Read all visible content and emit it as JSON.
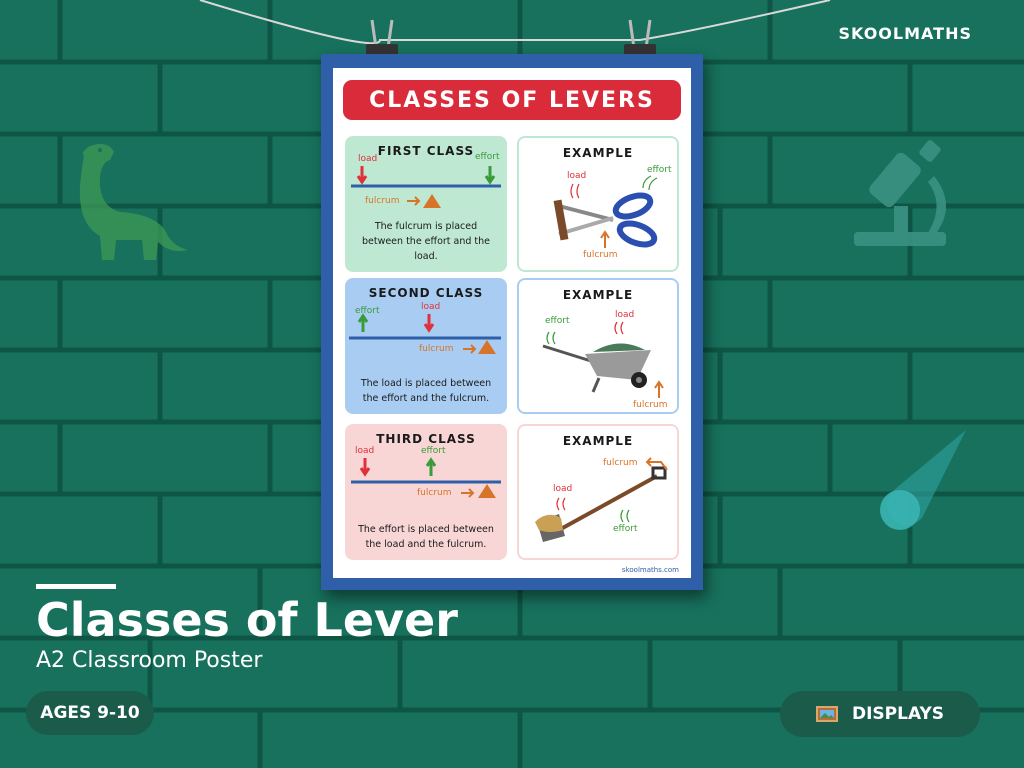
{
  "brand": "SKOOLMATHS",
  "poster": {
    "title": "CLASSES OF LEVERS",
    "url": "skoolmaths.com",
    "cards": {
      "first": {
        "title": "FIRST CLASS",
        "load": "load",
        "effort": "effort",
        "fulcrum": "fulcrum",
        "description": "The fulcrum is placed between the effort and the load."
      },
      "second": {
        "title": "SECOND CLASS",
        "load": "load",
        "effort": "effort",
        "fulcrum": "fulcrum",
        "description": "The load is placed between the effort and the fulcrum."
      },
      "third": {
        "title": "THIRD CLASS",
        "load": "load",
        "effort": "effort",
        "fulcrum": "fulcrum",
        "description": "The effort is placed between the load and the fulcrum."
      },
      "example1": {
        "title": "EXAMPLE",
        "load": "load",
        "effort": "effort",
        "fulcrum": "fulcrum"
      },
      "example2": {
        "title": "EXAMPLE",
        "load": "load",
        "effort": "effort",
        "fulcrum": "fulcrum"
      },
      "example3": {
        "title": "EXAMPLE",
        "load": "load",
        "effort": "effort",
        "fulcrum": "fulcrum"
      }
    }
  },
  "product": {
    "title": "Classes of Lever",
    "subtitle": "A2 Classroom Poster"
  },
  "badges": {
    "ages": "AGES 9-10",
    "category": "DISPLAYS",
    "category_icon": "picture-frame-icon"
  },
  "colors": {
    "wall": "#17715d",
    "poster_border": "#2f5fa8",
    "title_red": "#d92b3a",
    "first_bg": "#bfe8d3",
    "second_bg": "#a9cdf2",
    "third_bg": "#f8d6d6"
  }
}
